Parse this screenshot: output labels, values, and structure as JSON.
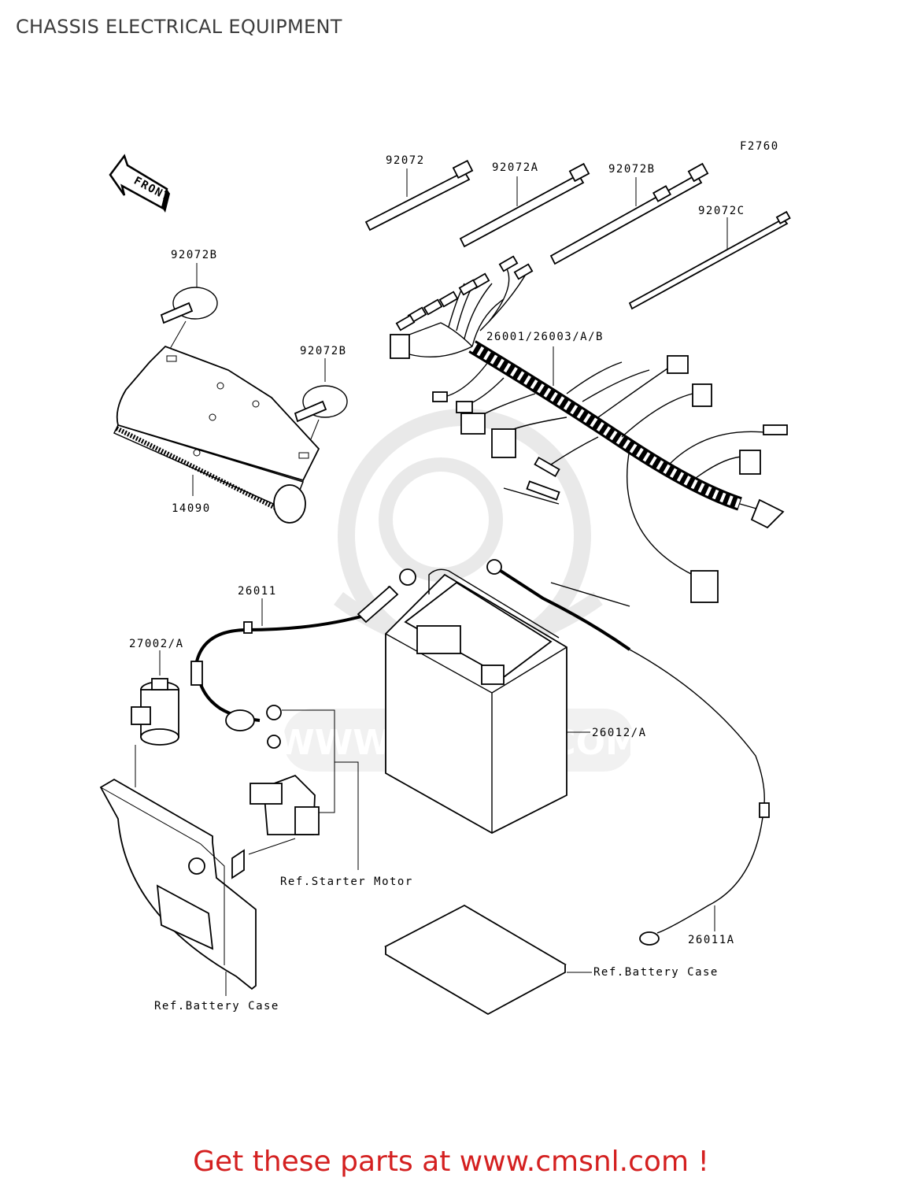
{
  "title": "CHASSIS ELECTRICAL EQUIPMENT",
  "figure_code": "F2760",
  "front_label": "FRONT",
  "watermark_text": "WWW.CMSNL.COM",
  "labels": {
    "strap_92072": "92072",
    "strap_92072A": "92072A",
    "strap_92072B_top": "92072B",
    "strap_92072C": "92072C",
    "clamp_92072B_left": "92072B",
    "clamp_92072B_mid": "92072B",
    "harness": "26001/26003/A/B",
    "cover": "14090",
    "cable": "26011",
    "relay": "27002/A",
    "battery": "26012/A",
    "ground_cable": "26011A",
    "ref_starter_motor": "Ref.Starter Motor",
    "ref_battery_case_left": "Ref.Battery Case",
    "ref_battery_case_right": "Ref.Battery Case"
  },
  "footer": "Get these parts at www.cmsnl.com !",
  "colors": {
    "title": "#3c3c3c",
    "footer": "#d42020",
    "watermark": "#d8d8d8"
  }
}
